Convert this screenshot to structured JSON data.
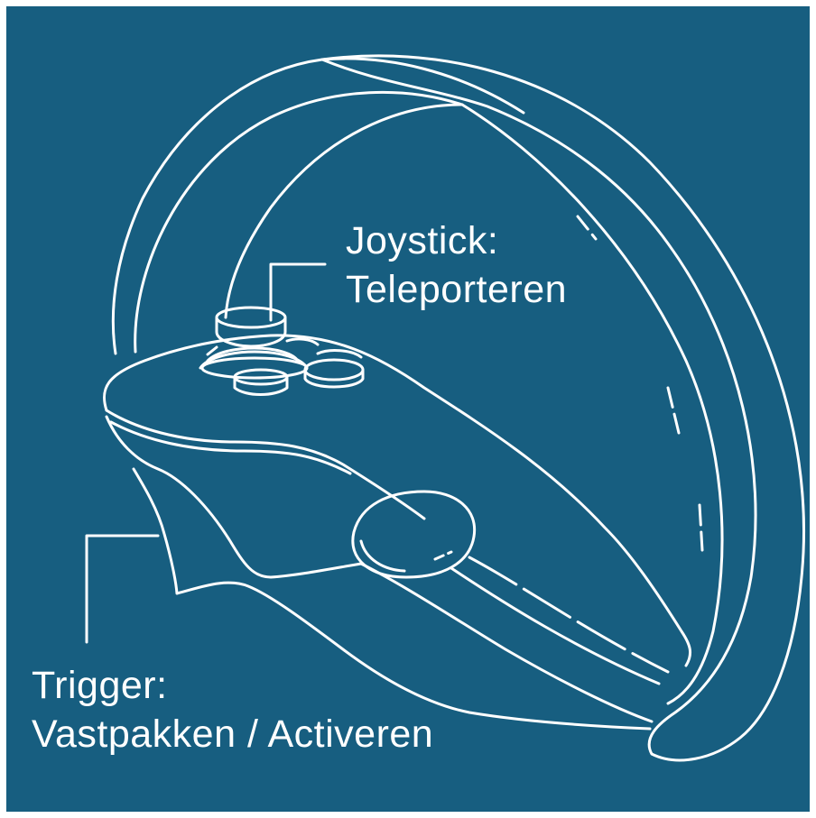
{
  "colors": {
    "background": "#175e80",
    "line": "#ffffff",
    "border": "#ffffff"
  },
  "icon": "vr-controller-outline-icon",
  "labels": {
    "joystick": {
      "line1": "Joystick:",
      "line2": "Teleporteren"
    },
    "trigger": {
      "line1": "Trigger:",
      "line2": "Vastpakken / Activeren"
    }
  }
}
